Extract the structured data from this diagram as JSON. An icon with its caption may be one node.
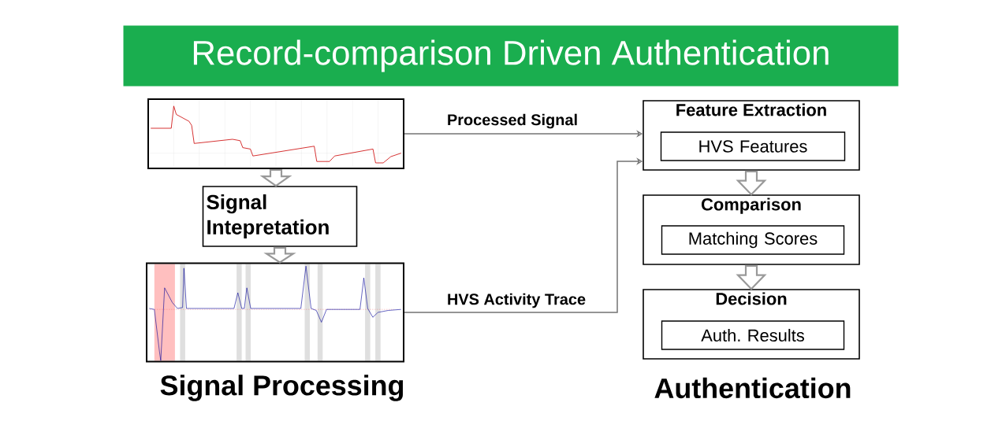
{
  "diagram": {
    "title": "Record-comparison Driven Authentication",
    "nodes": [
      {
        "text": [],
        "shape": "picture"
      },
      {
        "text": [
          "Signal Intepretation"
        ]
      },
      {
        "text": [],
        "shape": "picture"
      },
      {
        "text": [
          "Feature Extraction"
        ]
      },
      {
        "text": [
          "HVS Features"
        ],
        "in": 3
      },
      {
        "text": [
          "Comparison"
        ]
      },
      {
        "text": [
          "Matching Scores"
        ],
        "in": 5
      },
      {
        "text": [
          "Decision"
        ]
      },
      {
        "text": [
          "Auth. Results"
        ],
        "in": 7
      }
    ],
    "edges": [
      {
        "from": 0,
        "to": 1,
        "arrow": "to"
      },
      {
        "from": 1,
        "to": 2,
        "arrow": "to"
      },
      {
        "from": 0,
        "to": 3,
        "arrow": "to",
        "label": "Processed Signal"
      },
      {
        "from": 2,
        "to": 3,
        "arrow": "to",
        "label": "HVS Activity Trace"
      },
      {
        "from": 3,
        "to": 5,
        "arrow": "to"
      },
      {
        "from": 5,
        "to": 7,
        "arrow": "to"
      }
    ],
    "labels": [
      "Signal Processing",
      "Authentication"
    ]
  }
}
